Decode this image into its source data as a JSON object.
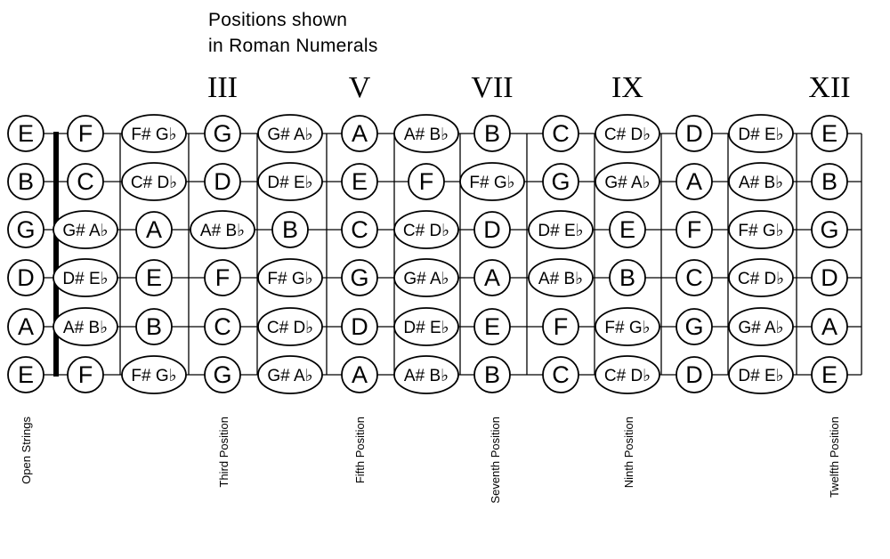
{
  "title": {
    "line1": "Positions shown",
    "line2": "in Roman Numerals"
  },
  "position_numerals": [
    "III",
    "V",
    "VII",
    "IX",
    "XII"
  ],
  "bottom_labels": [
    "Open Strings",
    "Third Position",
    "Fifth Position",
    "Seventh Position",
    "Ninth Position",
    "Twelfth Position"
  ],
  "fretboard": {
    "open_strings": [
      "E",
      "B",
      "G",
      "D",
      "A",
      "E"
    ],
    "strings": [
      [
        "F",
        "F# G♭",
        "G",
        "G# A♭",
        "A",
        "A# B♭",
        "B",
        "C",
        "C# D♭",
        "D",
        "D# E♭",
        "E"
      ],
      [
        "C",
        "C# D♭",
        "D",
        "D# E♭",
        "E",
        "F",
        "F# G♭",
        "G",
        "G# A♭",
        "A",
        "A# B♭",
        "B"
      ],
      [
        "G# A♭",
        "A",
        "A# B♭",
        "B",
        "C",
        "C# D♭",
        "D",
        "D# E♭",
        "E",
        "F",
        "F# G♭",
        "G"
      ],
      [
        "D# E♭",
        "E",
        "F",
        "F# G♭",
        "G",
        "G# A♭",
        "A",
        "A# B♭",
        "B",
        "C",
        "C# D♭",
        "D"
      ],
      [
        "A# B♭",
        "B",
        "C",
        "C# D♭",
        "D",
        "D# E♭",
        "E",
        "F",
        "F# G♭",
        "G",
        "G# A♭",
        "A"
      ],
      [
        "F",
        "F# G♭",
        "G",
        "G# A♭",
        "A",
        "A# B♭",
        "B",
        "C",
        "C# D♭",
        "D",
        "D# E♭",
        "E"
      ]
    ]
  }
}
